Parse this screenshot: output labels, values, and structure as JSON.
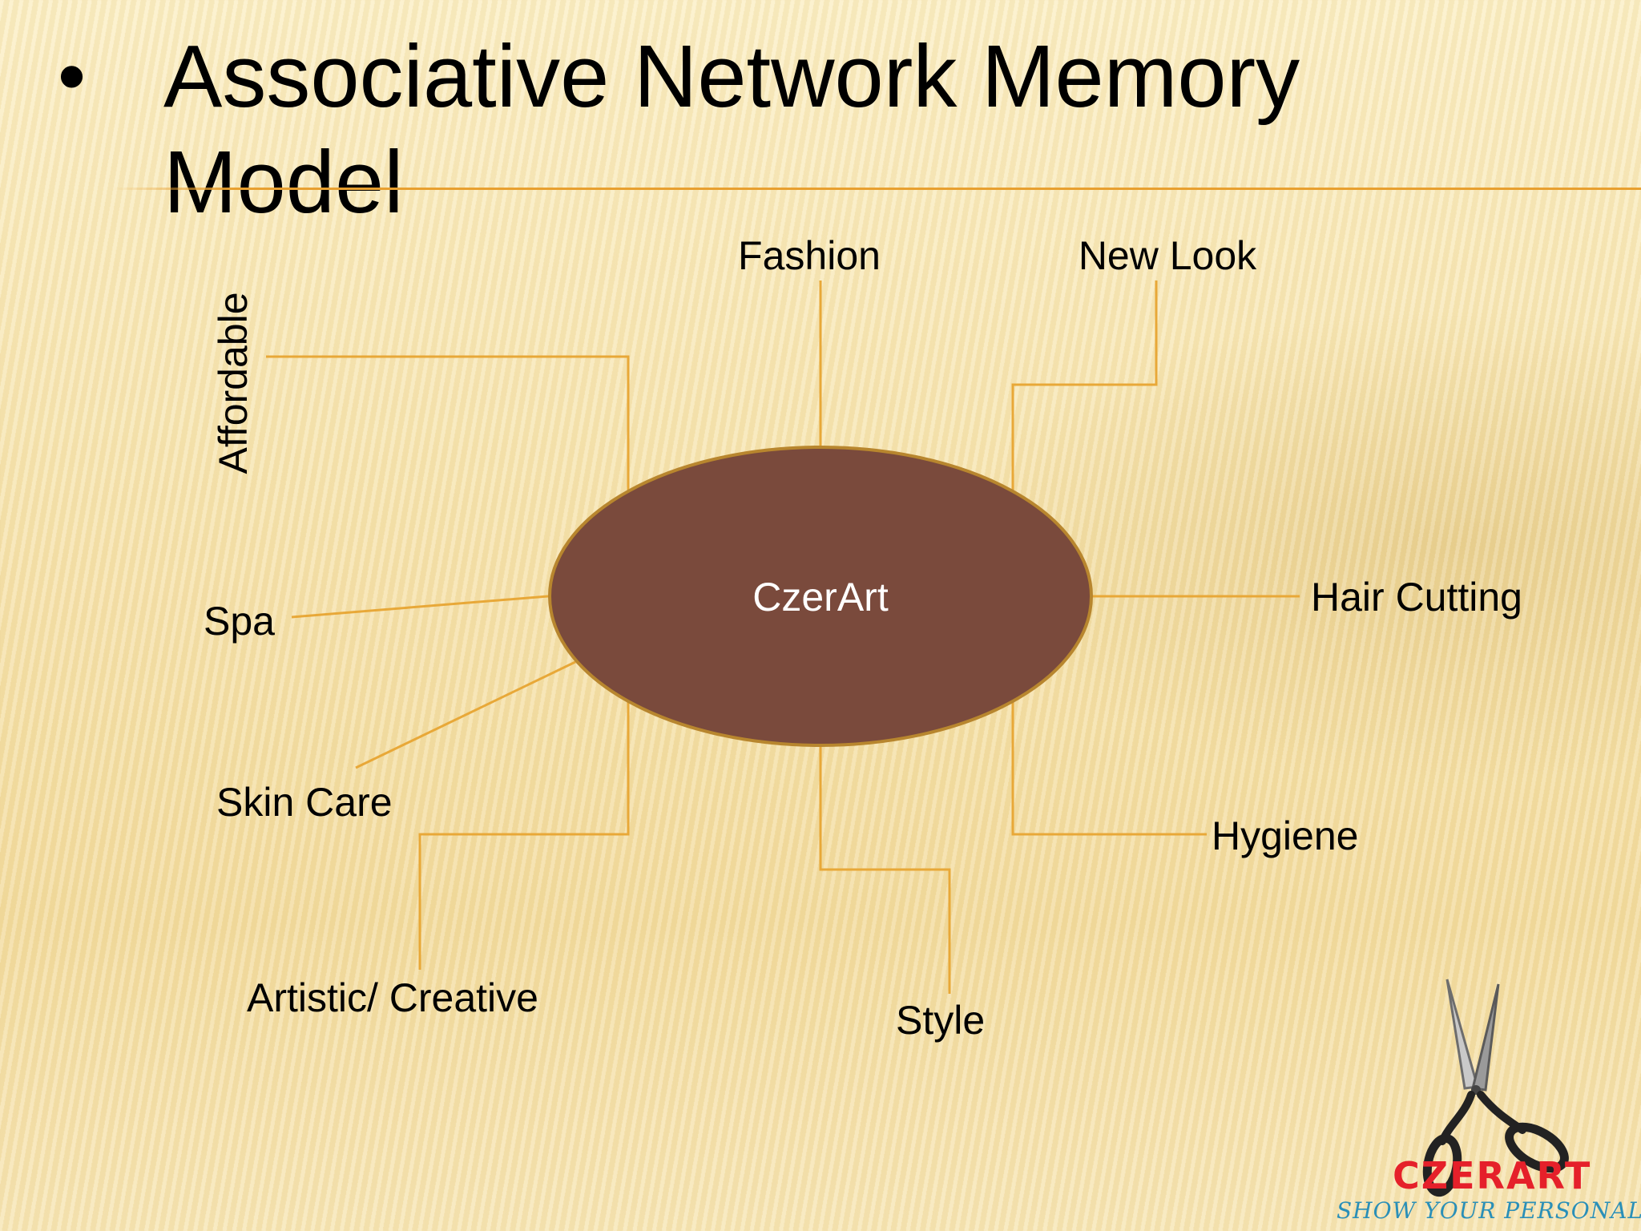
{
  "slide": {
    "bullet": "•",
    "title": "Associative Network Memory Model"
  },
  "diagram": {
    "center": {
      "label": "CzerArt",
      "fill": "#7a4a3c",
      "stroke": "#b8862e"
    },
    "associations": [
      {
        "id": "fashion",
        "label": "Fashion"
      },
      {
        "id": "new-look",
        "label": "New Look"
      },
      {
        "id": "affordable",
        "label": "Affordable"
      },
      {
        "id": "hair-cutting",
        "label": "Hair Cutting"
      },
      {
        "id": "spa",
        "label": "Spa"
      },
      {
        "id": "skin-care",
        "label": "Skin Care"
      },
      {
        "id": "hygiene",
        "label": "Hygiene"
      },
      {
        "id": "artistic-creative",
        "label": "Artistic/ Creative"
      },
      {
        "id": "style",
        "label": "Style"
      }
    ],
    "connector_color": "#e8a838"
  },
  "logo": {
    "icon": "scissors-icon",
    "brand": "CZERART",
    "tagline": "SHOW YOUR PERSONALITY",
    "brand_color": "#e5202a",
    "tagline_color": "#2a8fb8"
  }
}
